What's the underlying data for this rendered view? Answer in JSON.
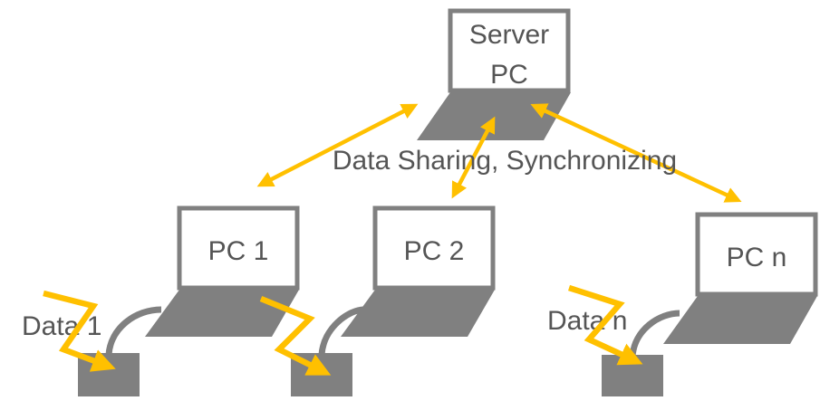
{
  "server": {
    "label_line1": "Server",
    "label_line2": "PC"
  },
  "clients": [
    {
      "label": "PC 1"
    },
    {
      "label": "PC 2"
    },
    {
      "label": "PC n"
    }
  ],
  "link_label": "Data Sharing, Synchronizing",
  "data_labels": [
    {
      "label": "Data 1"
    },
    {
      "label": "Data n"
    }
  ],
  "colors": {
    "device": "#808080",
    "screen_fill": "#ffffff",
    "arrow": "#FFC000",
    "text": "#555555"
  }
}
